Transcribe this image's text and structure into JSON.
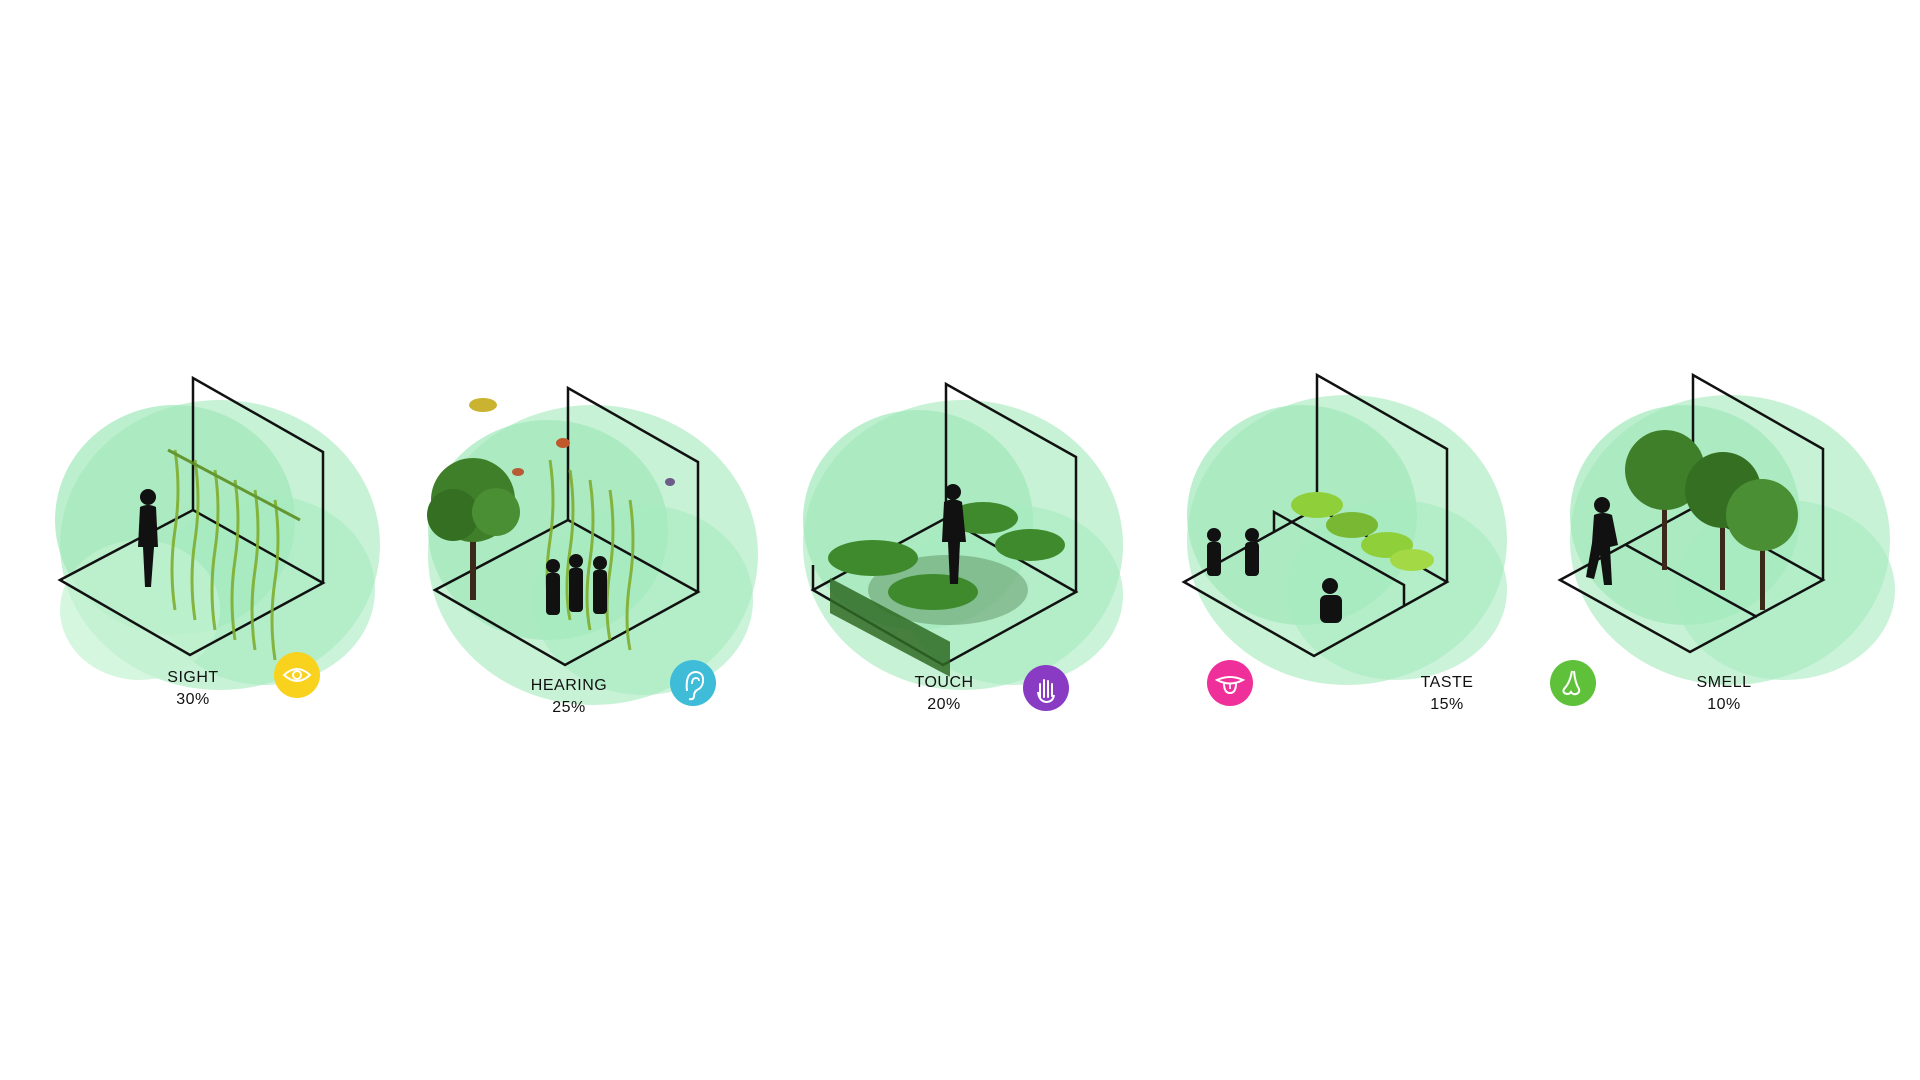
{
  "senses": [
    {
      "name": "SIGHT",
      "percent": 30,
      "percent_label": "30%",
      "color": "#f9d21d",
      "icon": "eye-icon"
    },
    {
      "name": "HEARING",
      "percent": 25,
      "percent_label": "25%",
      "color": "#3fbcd7",
      "icon": "ear-icon"
    },
    {
      "name": "TOUCH",
      "percent": 20,
      "percent_label": "20%",
      "color": "#8a3bc4",
      "icon": "hand-icon"
    },
    {
      "name": "TASTE",
      "percent": 15,
      "percent_label": "15%",
      "color": "#f0309a",
      "icon": "tongue-icon"
    },
    {
      "name": "SMELL",
      "percent": 10,
      "percent_label": "10%",
      "color": "#5fc13a",
      "icon": "nose-icon"
    }
  ],
  "palette": {
    "wash": "#9fe8b9",
    "wash_dark": "#6fd896",
    "plant": "#3f8a2c",
    "plant_light": "#8fbf3a",
    "ink": "#111111"
  }
}
